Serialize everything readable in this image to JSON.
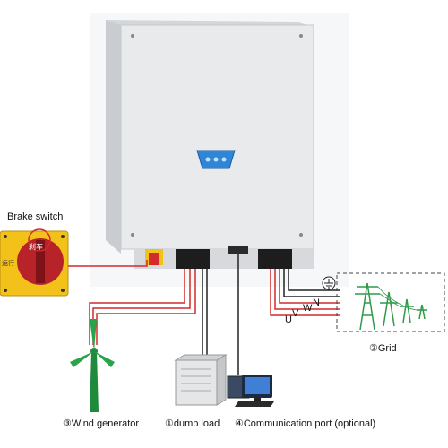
{
  "labels": {
    "brake_switch": "Brake switch",
    "switch_top_text": "刹车",
    "switch_side_text": "运行",
    "grid": "②Grid",
    "wind_generator": "③Wind generator",
    "dump_load": "①dump load",
    "communication": "④Communication port (optional)",
    "phase_u": "U",
    "phase_v": "V",
    "phase_w": "W",
    "phase_n": "N"
  },
  "colors": {
    "inverter_body": "#e6e8ea",
    "inverter_side": "#b9bcc0",
    "display_blue": "#2f86d8",
    "switch_yellow": "#f2c21b",
    "switch_red": "#b8232a",
    "wire_red": "#d42a2a",
    "wire_black": "#222222",
    "tower_green": "#2e9a4a",
    "turbine_green": "#1f8a3c"
  }
}
